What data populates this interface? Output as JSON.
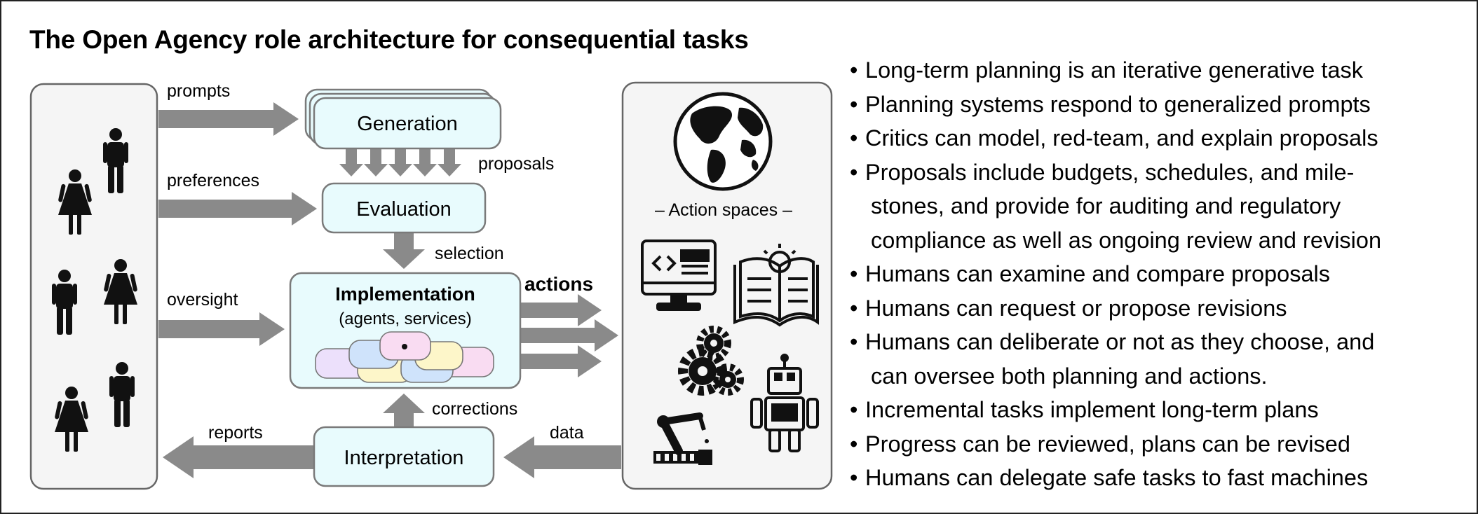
{
  "title": "The Open Agency role architecture for consequential tasks",
  "boxes": {
    "generation": "Generation",
    "evaluation": "Evaluation",
    "implementation": "Implementation",
    "implementation_sub": "(agents, services)",
    "interpretation": "Interpretation"
  },
  "edge_labels": {
    "prompts": "prompts",
    "preferences": "preferences",
    "oversight": "oversight",
    "reports": "reports",
    "proposals": "proposals",
    "selection": "selection",
    "actions": "actions",
    "corrections": "corrections",
    "data": "data"
  },
  "action_spaces_label": "– Action spaces –",
  "icons": [
    "person-icon",
    "globe-icon",
    "computer-code-icon",
    "book-lightbulb-icon",
    "gears-icon",
    "robot-icon",
    "robotic-arm-icon"
  ],
  "colors": {
    "box_fill": "#e8fbfd",
    "box_stroke": "#7a7a7a",
    "arrow": "#8a8a8a",
    "panel_fill": "#f5f5f5",
    "blob_pink": "#f9dcf2",
    "blob_blue": "#cfe3fb",
    "blob_yellow": "#fdf6c9",
    "blob_purple": "#ece0fb"
  },
  "bullets": [
    {
      "lines": [
        "Long-term planning is an iterative generative task"
      ]
    },
    {
      "lines": [
        "Planning systems respond to generalized prompts"
      ]
    },
    {
      "lines": [
        "Critics can model, red-team, and explain proposals"
      ]
    },
    {
      "lines": [
        "Proposals include budgets, schedules, and mile-",
        "stones, and provide for auditing and regulatory",
        "compliance as well as ongoing review and revision"
      ]
    },
    {
      "lines": [
        "Humans can examine and compare proposals"
      ]
    },
    {
      "lines": [
        "Humans can request or propose revisions"
      ]
    },
    {
      "lines": [
        "Humans can deliberate or not as they choose, and",
        "can oversee both planning and actions."
      ]
    },
    {
      "lines": [
        "Incremental tasks implement long-term plans"
      ]
    },
    {
      "lines": [
        "Progress can be reviewed, plans can be revised"
      ]
    },
    {
      "lines": [
        "Humans can delegate safe tasks to fast machines"
      ]
    }
  ]
}
